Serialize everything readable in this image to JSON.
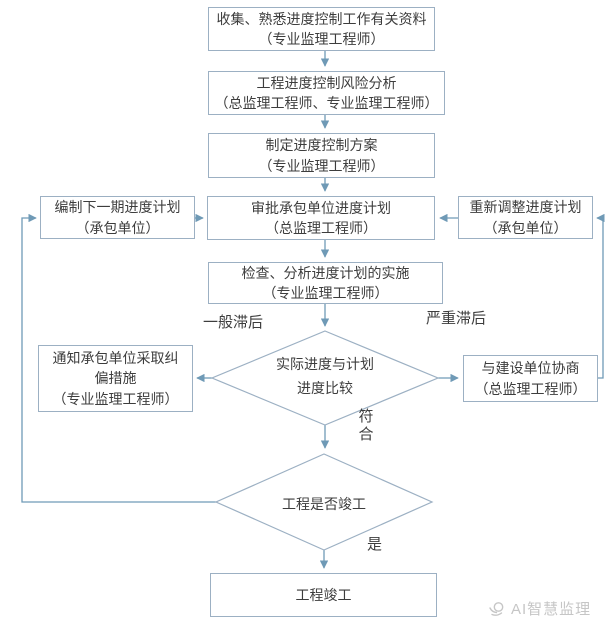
{
  "colors": {
    "border": "#9cb0c3",
    "connector": "#6f9ab6",
    "text": "#3d3d3d",
    "watermark": "#c6c6c6"
  },
  "nodes": {
    "collect": {
      "text": "收集、熟悉进度控制工作有关资料",
      "role": "（专业监理工程师）"
    },
    "risk": {
      "text": "工程进度控制风险分析",
      "role": "（总监理工程师、专业监理工程师）"
    },
    "scheme": {
      "text": "制定进度控制方案",
      "role": "（专业监理工程师）"
    },
    "approve": {
      "text": "审批承包单位进度计划",
      "role": "（总监理工程师）"
    },
    "compile_next": {
      "text": "编制下一期进度计划",
      "role": "（承包单位）"
    },
    "readjust": {
      "text": "重新调整进度计划",
      "role": "（承包单位）"
    },
    "inspect": {
      "text": "检查、分析进度计划的实施",
      "role": "（专业监理工程师）"
    },
    "compare": {
      "text": "实际进度与计划进度比较"
    },
    "notify": {
      "text": "通知承包单位采取纠偏措施",
      "role": "（专业监理工程师）"
    },
    "negotiate": {
      "text": "与建设单位协商",
      "role": "（总监理工程师）"
    },
    "is_complete": {
      "text": "工程是否竣工"
    },
    "completion": {
      "text": "工程竣工"
    }
  },
  "edge_labels": {
    "general_delay": "一般滞后",
    "severe_delay": "严重滞后",
    "conform": "符合",
    "yes": "是"
  },
  "watermark": {
    "brand": "AI智慧监理"
  }
}
